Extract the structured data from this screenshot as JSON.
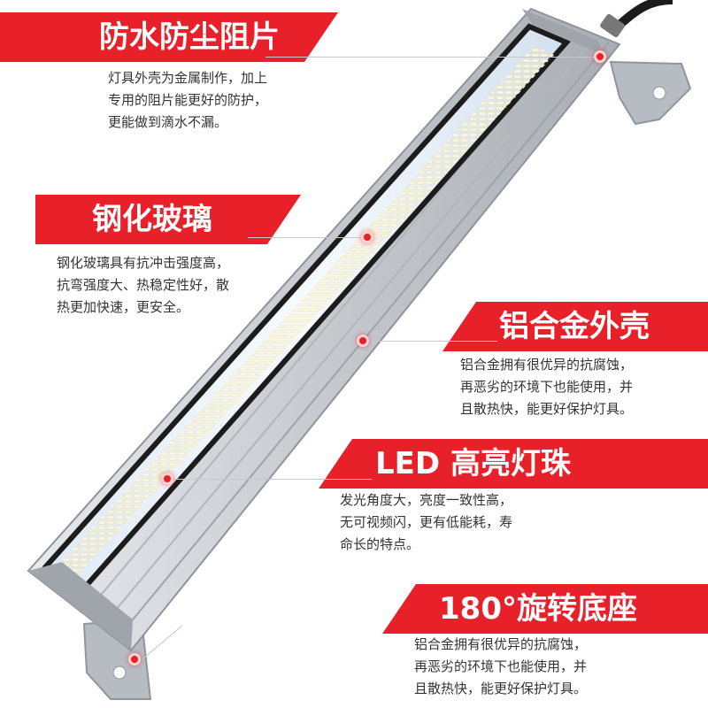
{
  "features": [
    {
      "title": "防水防尘阻片",
      "lines": [
        "灯具外壳为金属制作，加上",
        "专用的阻片能更好的防护，",
        "更能做到滴水不漏。"
      ]
    },
    {
      "title": "钢化玻璃",
      "lines": [
        "钢化玻璃具有抗冲击强度高，",
        "抗弯强度大、热稳定性好，散",
        "热更加快速，更安全。"
      ]
    },
    {
      "title": "铝合金外壳",
      "lines": [
        "铝合金拥有很优异的抗腐蚀，",
        "再恶劣的环境下也能使用，并",
        "且散热快，能更好保护灯具。"
      ]
    },
    {
      "title": "LED 高亮灯珠",
      "lines": [
        "发光角度大，亮度一致性高，",
        "无可视频闪，更有低能耗，寿",
        "命长的特点。"
      ]
    },
    {
      "title": "180°旋转底座",
      "lines": [
        "铝合金拥有很优异的抗腐蚀，",
        "再恶劣的环境下也能使用，并",
        "且散热快，能更好保护灯具。"
      ]
    }
  ],
  "colors": {
    "accent": "#e8202a",
    "text": "#333333",
    "housing": "#c9cdd2"
  },
  "icons": [
    "cable",
    "mounting-bracket",
    "led-strip"
  ]
}
